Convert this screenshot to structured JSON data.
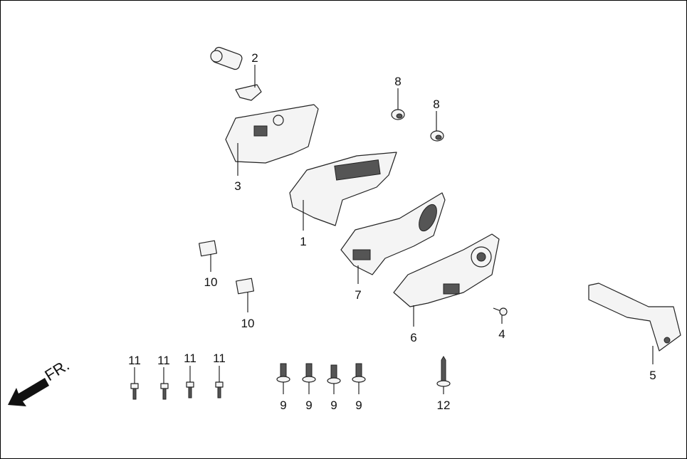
{
  "direction_label": "FR.",
  "callouts": {
    "c2": "2",
    "c8a": "8",
    "c8b": "8",
    "c3": "3",
    "c1": "1",
    "c10a": "10",
    "c10b": "10",
    "c7": "7",
    "c6": "6",
    "c4": "4",
    "c5": "5",
    "c11a": "11",
    "c11b": "11",
    "c11c": "11",
    "c11d": "11",
    "c9a": "9",
    "c9b": "9",
    "c9c": "9",
    "c9d": "9",
    "c12": "12"
  }
}
